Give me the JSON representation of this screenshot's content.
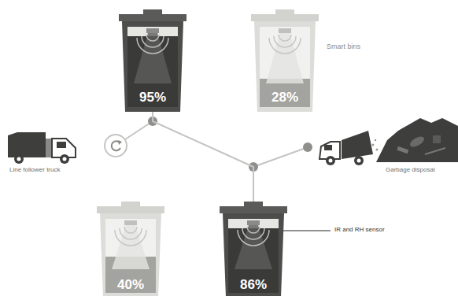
{
  "diagram": {
    "nodes": [
      {
        "text": [
          "95%"
        ]
      },
      {
        "text": [
          "28%"
        ]
      },
      {
        "text": [
          "40%"
        ]
      },
      {
        "text": [
          "86%"
        ]
      }
    ],
    "edges": [
      {
        "from": 0,
        "to": 3,
        "arrow": "none"
      }
    ],
    "labels": [
      "Smart bins",
      "Line follower truck",
      "Garbage disposal",
      "IR and RH sensor"
    ]
  }
}
